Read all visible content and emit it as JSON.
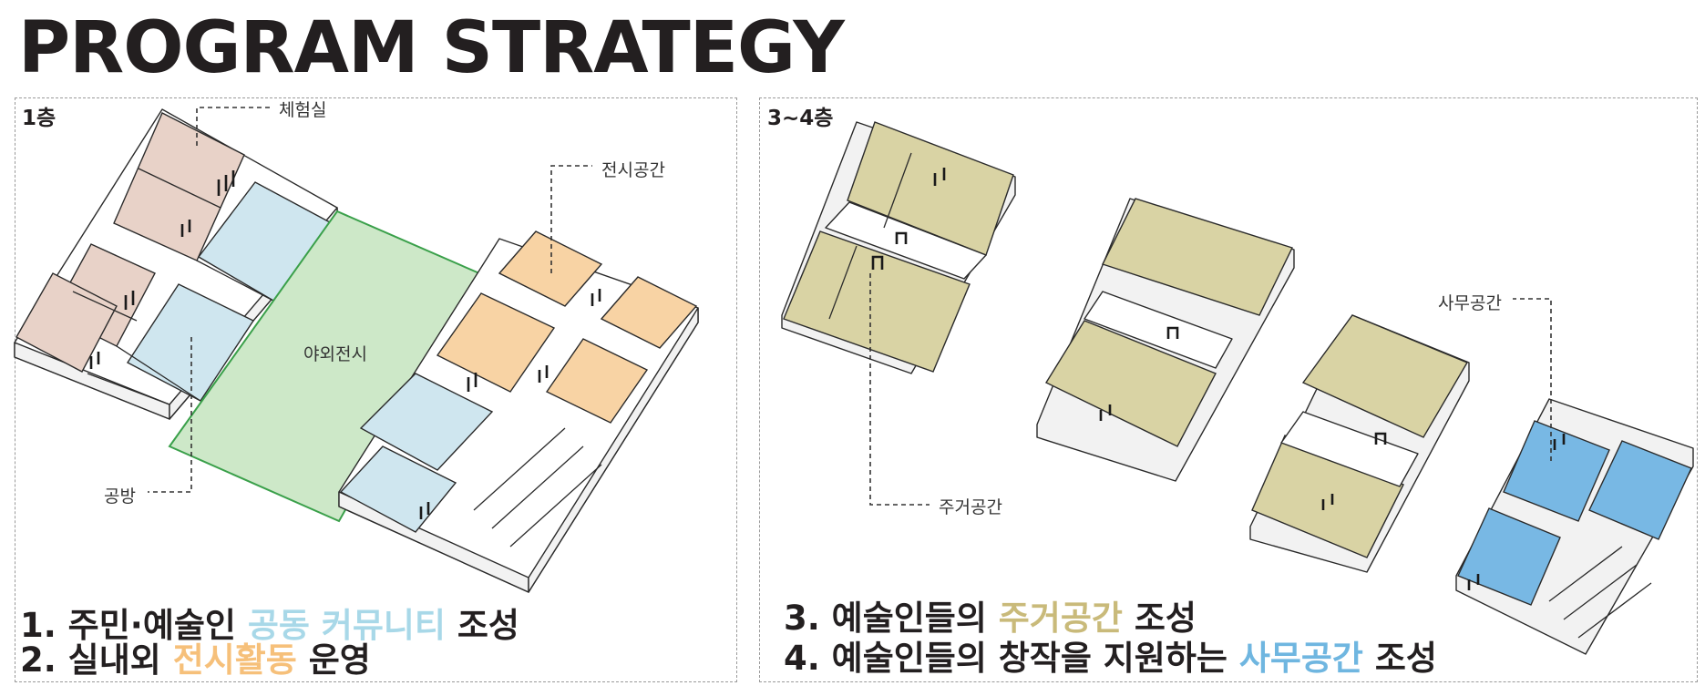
{
  "title": "PROGRAM STRATEGY",
  "panels": {
    "left": {
      "floor": "1층",
      "labels": {
        "experience": "체험실",
        "exhibition": "전시공간",
        "outdoor": "야외전시",
        "workshop": "공방"
      },
      "strategy": [
        {
          "prefix": "1. 주민·예술인 ",
          "highlight": "공동 커뮤니티",
          "suffix": " 조성"
        },
        {
          "prefix": "2. 실내외 ",
          "highlight": "전시활동",
          "suffix": " 운영"
        }
      ]
    },
    "right": {
      "floor": "3~4층",
      "labels": {
        "office": "사무공간",
        "residential": "주거공간"
      },
      "strategy": [
        {
          "prefix": "3. 예술인들의 ",
          "highlight": "주거공간",
          "suffix": " 조성"
        },
        {
          "prefix": "4. 예술인들의 창작을 지원하는 ",
          "highlight": "사무공간",
          "suffix": " 조성"
        }
      ]
    }
  },
  "colors": {
    "experience_room": "#e8d2c8",
    "community_blue": "#cfe6ef",
    "outdoor_green": "#cde8c8",
    "outdoor_stroke": "#3aa04a",
    "exhibition_orange": "#f8d3a4",
    "residential_khaki": "#d9d3a4",
    "office_blue": "#78b8e4",
    "wall_white": "#ffffff",
    "line": "#2a2a2a"
  }
}
